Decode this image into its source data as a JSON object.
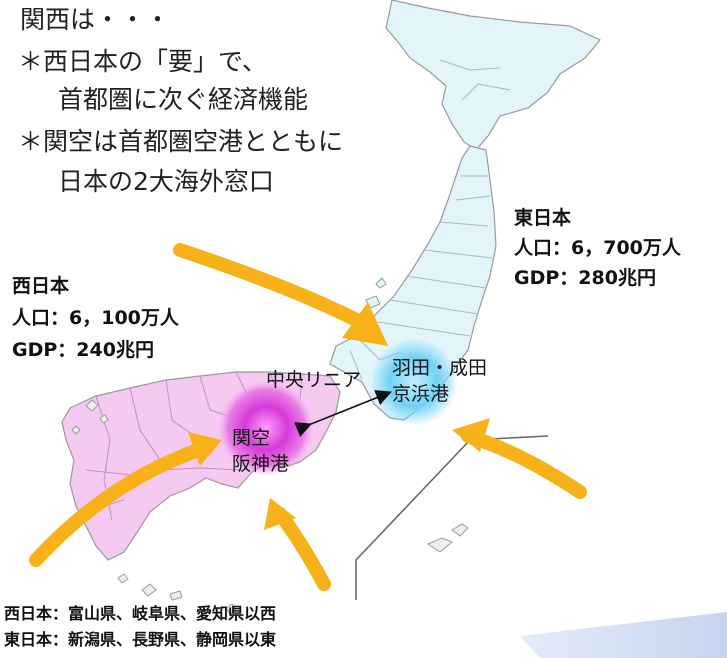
{
  "intro": {
    "heading": "関西は・・・",
    "point1_line1": "＊西日本の「要」で、",
    "point1_line2": "首都圏に次ぐ経済機能",
    "point2_line1": "＊関空は首都圏空港とともに",
    "point2_line2": "日本の2大海外窓口"
  },
  "east": {
    "name": "東日本",
    "population": "人口：6，700万人",
    "gdp": "GDP：280兆円"
  },
  "west": {
    "name": "西日本",
    "population": "人口：6，100万人",
    "gdp": "GDP：240兆円"
  },
  "hubs": {
    "linear": "中央リニア",
    "tokyo_line1": "羽田・成田",
    "tokyo_line2": "京浜港",
    "kansai_line1": "関空",
    "kansai_line2": "阪神港"
  },
  "footnote": {
    "west_def": "西日本：富山県、岐阜県、愛知県以西",
    "east_def": "東日本：新潟県、長野県、静岡県以東"
  },
  "colors": {
    "east_fill": "#e2f5fb",
    "west_fill": "#f6c9f1",
    "arrow": "#f7b21a",
    "tokyo_hub": "#5fc8f0",
    "kansai_hub": "#d63ad8"
  }
}
